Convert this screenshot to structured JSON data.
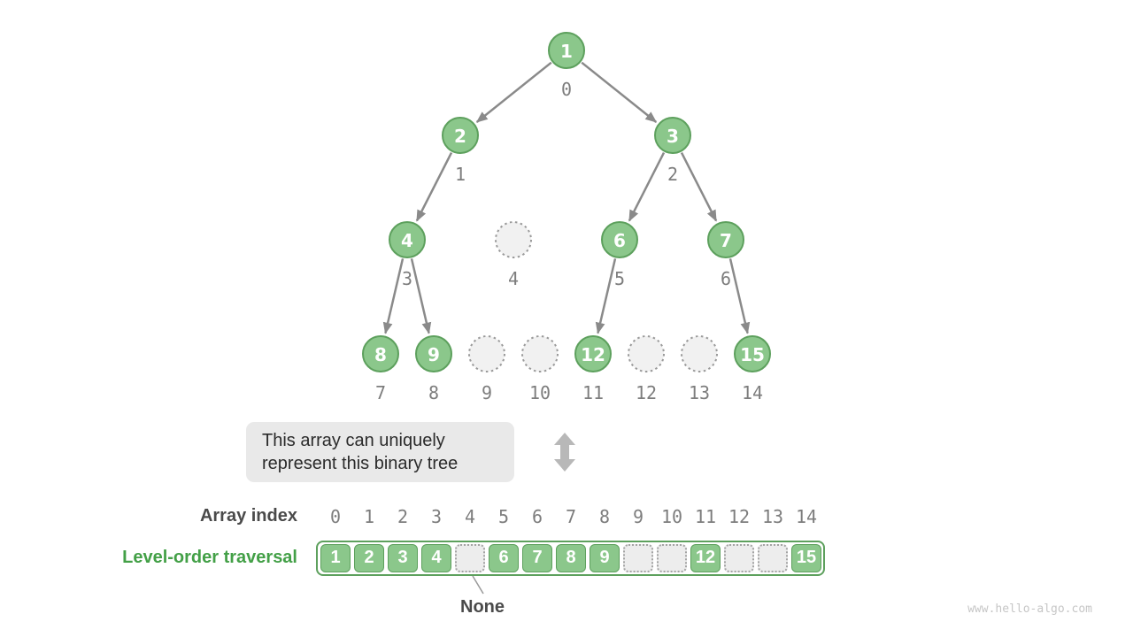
{
  "figure": {
    "tree": {
      "values": [
        1,
        2,
        3,
        4,
        null,
        6,
        7,
        8,
        9,
        null,
        null,
        12,
        null,
        null,
        15
      ],
      "index_labels": [
        "0",
        "1",
        "2",
        "3",
        "4",
        "5",
        "6",
        "7",
        "8",
        "9",
        "10",
        "11",
        "12",
        "13",
        "14"
      ]
    },
    "callout": {
      "line1": "This array can uniquely",
      "line2": "represent this binary tree"
    },
    "array_section": {
      "index_label": "Array index",
      "traversal_label": "Level-order traversal",
      "indices": [
        "0",
        "1",
        "2",
        "3",
        "4",
        "5",
        "6",
        "7",
        "8",
        "9",
        "10",
        "11",
        "12",
        "13",
        "14"
      ],
      "cells": [
        1,
        2,
        3,
        4,
        null,
        6,
        7,
        8,
        9,
        null,
        null,
        12,
        null,
        null,
        15
      ],
      "none_label": "None"
    },
    "watermark": "www.hello-algo.com",
    "colors": {
      "node_fill": "#8bc78b",
      "node_border": "#5da05d",
      "node_text": "#ffffff",
      "empty_fill": "#f1f1f1",
      "empty_border": "#9a9a9a",
      "edge": "#8a8a8a",
      "index_text": "#7d7d7d",
      "label_text": "#4a4a4a",
      "green_label": "#43a047",
      "callout_bg": "#e9e9e9",
      "callout_text": "#2b2b2b",
      "arrow_gray": "#b8b8b8"
    }
  }
}
